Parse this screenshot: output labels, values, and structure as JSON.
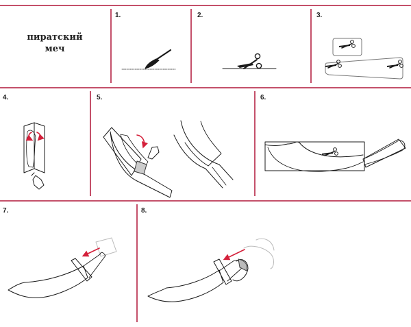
{
  "title": {
    "line1": "пиратский",
    "line2": "меч"
  },
  "steps": [
    {
      "number": "1.",
      "icon": "craft-knife-icon"
    },
    {
      "number": "2.",
      "icon": "scissors-icon"
    },
    {
      "number": "3.",
      "icon": "cut-pieces-icon"
    },
    {
      "number": "4.",
      "icon": "fold-glue-icon"
    },
    {
      "number": "5.",
      "icon": "glue-fold-blade-icon"
    },
    {
      "number": "6.",
      "icon": "cut-blade-icon"
    },
    {
      "number": "7.",
      "icon": "attach-guard-icon"
    },
    {
      "number": "8.",
      "icon": "attach-handguard-loop-icon"
    }
  ],
  "colors": {
    "divider": "#c4506a",
    "arrow": "#d4203a",
    "ink": "#1a1a1a",
    "faint": "#bbbbbb"
  }
}
